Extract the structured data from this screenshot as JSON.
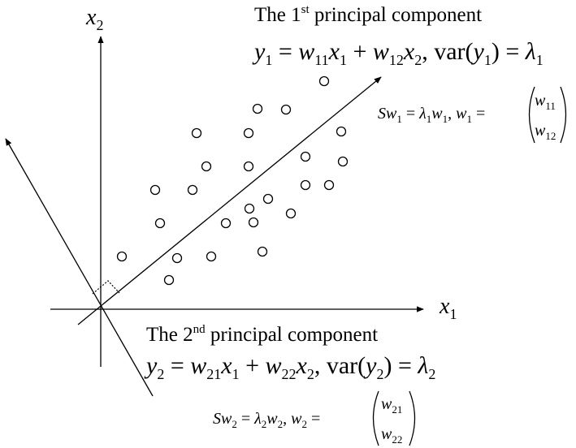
{
  "axes": {
    "x_label": {
      "base": "x",
      "sub": "1"
    },
    "y_label": {
      "base": "x",
      "sub": "2"
    }
  },
  "pc1": {
    "title_prefix": "The 1",
    "title_sup": "st",
    "title_suffix": " principal component",
    "eq": {
      "y": "y",
      "y_sub": "1",
      "eq": " = ",
      "w11": "w",
      "w11_sub": "11",
      "x1": "x",
      "x1_sub": "1",
      "plus": " + ",
      "w12": "w",
      "w12_sub": "12",
      "x2": "x",
      "x2_sub": "2",
      "comma": ",  ",
      "var": "var(",
      "vy": "y",
      "vy_sub": "1",
      "close": ") = ",
      "lambda": "λ",
      "lambda_sub": "1"
    },
    "eigen": {
      "S": "S",
      "w": "w",
      "w_sub": "1",
      "eq": " = ",
      "lambda": "λ",
      "lambda_sub": "1",
      "w2": "w",
      "w2_sub": "1",
      "comma": ",   ",
      "w3": "w",
      "w3_sub": "1",
      "eq2": " =",
      "vec_top": "w",
      "vec_top_sub": "11",
      "vec_bot": "w",
      "vec_bot_sub": "12"
    }
  },
  "pc2": {
    "title_prefix": "The 2",
    "title_sup": "nd",
    "title_suffix": " principal component",
    "eq": {
      "y": "y",
      "y_sub": "2",
      "eq": " = ",
      "w21": "w",
      "w21_sub": "21",
      "x1": "x",
      "x1_sub": "1",
      "plus": " + ",
      "w22": "w",
      "w22_sub": "22",
      "x2": "x",
      "x2_sub": "2",
      "comma": ",    ",
      "var": "var(",
      "vy": "y",
      "vy_sub": "2",
      "close": ") = ",
      "lambda": "λ",
      "lambda_sub": "2"
    },
    "eigen": {
      "S": "S",
      "w": "w",
      "w_sub": "2",
      "eq": " = ",
      "lambda": "λ",
      "lambda_sub": "2",
      "w2": "w",
      "w2_sub": "2",
      "comma": ",   ",
      "w3": "w",
      "w3_sub": "2",
      "eq2": " =",
      "vec_top": "w",
      "vec_top_sub": "21",
      "vec_bot": "w",
      "vec_bot_sub": "22"
    }
  },
  "data_points_count_note": "",
  "colors": {
    "ink": "#000000",
    "background": "#ffffff"
  }
}
